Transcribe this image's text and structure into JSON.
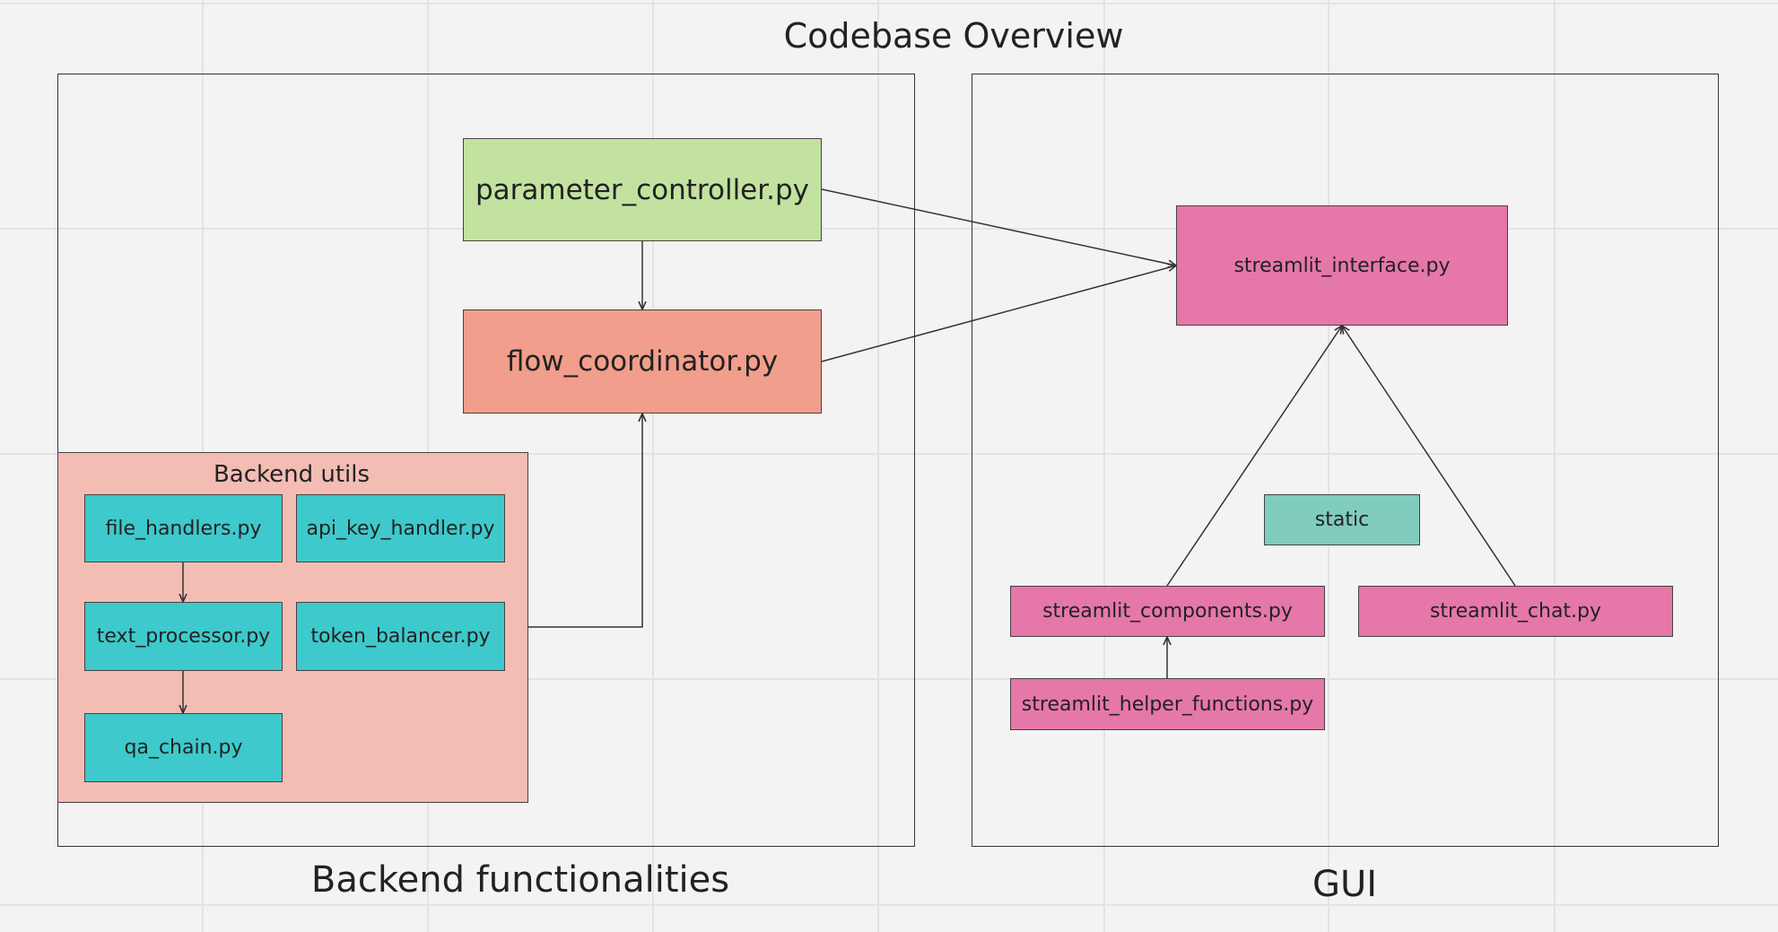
{
  "title": "Codebase Overview",
  "colors": {
    "background": "#f3f3f3",
    "grid": "#e3e3e3",
    "parameter_controller": "#c3e2a0",
    "flow_coordinator": "#f29e8c",
    "backend_utils_group": "#f3bdb4",
    "backend_util_file": "#3ec9cc",
    "gui_file": "#e677a9",
    "static_folder": "#80ccbd"
  },
  "backend": {
    "label": "Backend functionalities",
    "parameter_controller": "parameter_controller.py",
    "flow_coordinator": "flow_coordinator.py",
    "utils": {
      "label": "Backend utils",
      "files": [
        "file_handlers.py",
        "api_key_handler.py",
        "text_processor.py",
        "token_balancer.py",
        "qa_chain.py"
      ]
    }
  },
  "gui": {
    "label": "GUI",
    "interface": "streamlit_interface.py",
    "static": "static",
    "components": "streamlit_components.py",
    "chat": "streamlit_chat.py",
    "helper_functions": "streamlit_helper_functions.py"
  },
  "edges": [
    {
      "from": "parameter_controller.py",
      "to": "streamlit_interface.py"
    },
    {
      "from": "flow_coordinator.py",
      "to": "streamlit_interface.py"
    },
    {
      "from": "parameter_controller.py",
      "to": "flow_coordinator.py"
    },
    {
      "from": "Backend utils",
      "to": "flow_coordinator.py"
    },
    {
      "from": "file_handlers.py",
      "to": "text_processor.py"
    },
    {
      "from": "text_processor.py",
      "to": "qa_chain.py"
    },
    {
      "from": "streamlit_components.py",
      "to": "streamlit_interface.py"
    },
    {
      "from": "streamlit_chat.py",
      "to": "streamlit_interface.py"
    },
    {
      "from": "streamlit_helper_functions.py",
      "to": "streamlit_components.py"
    }
  ]
}
